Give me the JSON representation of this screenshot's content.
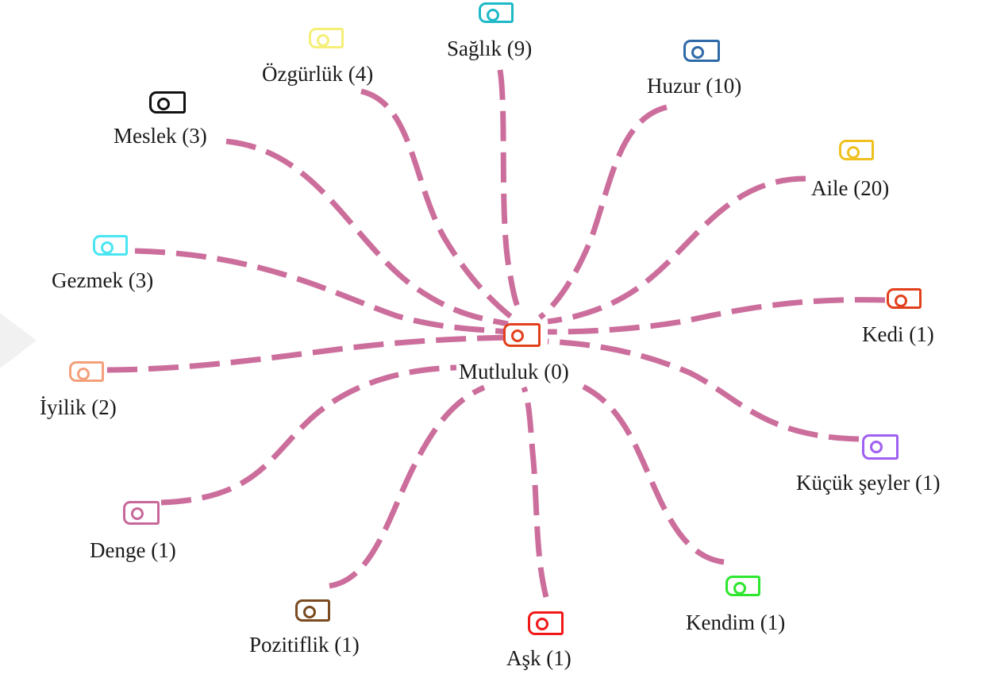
{
  "colors": {
    "edge": "#cc6e9c"
  },
  "center": {
    "label": "Mutluluk (0)",
    "icon": "tag-icon",
    "color": "#e2401c"
  },
  "nodes": [
    {
      "key": "saglik",
      "label": "Sağlık (9)",
      "icon": "tag-icon",
      "color": "#1fb9c7"
    },
    {
      "key": "ozgurluk",
      "label": "Özgürlük (4)",
      "icon": "tag-icon",
      "color": "#f5ef76"
    },
    {
      "key": "huzur",
      "label": "Huzur (10)",
      "icon": "tag-icon",
      "color": "#2e6aa8"
    },
    {
      "key": "meslek",
      "label": "Meslek (3)",
      "icon": "tag-icon",
      "color": "#111111"
    },
    {
      "key": "aile",
      "label": "Aile (20)",
      "icon": "tag-icon",
      "color": "#f0c020"
    },
    {
      "key": "gezmek",
      "label": "Gezmek (3)",
      "icon": "tag-icon",
      "color": "#49e6f2"
    },
    {
      "key": "kedi",
      "label": "Kedi (1)",
      "icon": "tag-icon",
      "color": "#e2401c"
    },
    {
      "key": "iyilik",
      "label": "İyilik (2)",
      "icon": "tag-icon",
      "color": "#f4a07a"
    },
    {
      "key": "kucuk",
      "label": "Küçük şeyler (1)",
      "icon": "tag-icon",
      "color": "#a060f0"
    },
    {
      "key": "denge",
      "label": "Denge (1)",
      "icon": "tag-icon",
      "color": "#c8689a"
    },
    {
      "key": "kendim",
      "label": "Kendim (1)",
      "icon": "tag-icon",
      "color": "#2ee62e"
    },
    {
      "key": "pozitiflik",
      "label": "Pozitiflik (1)",
      "icon": "tag-icon",
      "color": "#7a4a20"
    },
    {
      "key": "ask",
      "label": "Aşk (1)",
      "icon": "tag-icon",
      "color": "#f01818"
    }
  ]
}
